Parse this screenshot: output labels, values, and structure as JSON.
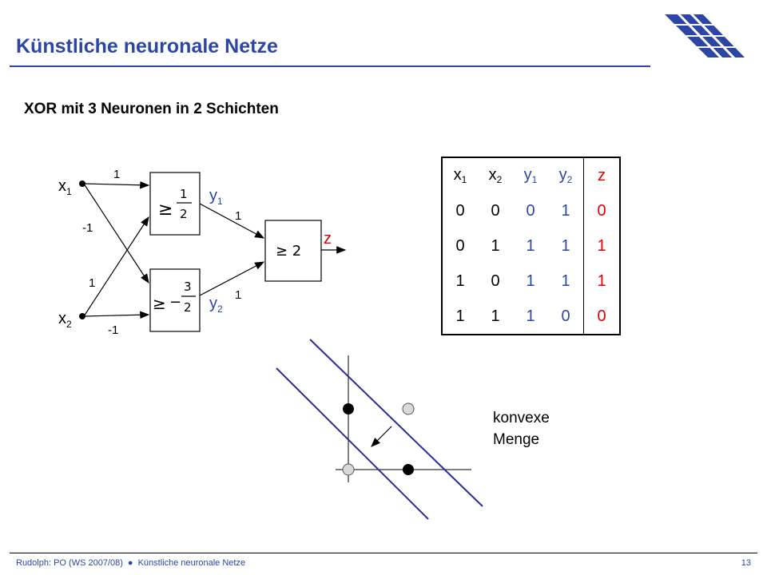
{
  "header": {
    "title": "Künstliche neuronale Netze",
    "accent_color": "#2b46a4",
    "logo_icon": "grid-perspective-logo"
  },
  "slide": {
    "subtitle": "XOR mit 3 Neuronen in 2 Schichten",
    "network": {
      "inputs": [
        {
          "label": "x",
          "sub": "1"
        },
        {
          "label": "x",
          "sub": "2"
        }
      ],
      "hidden": [
        {
          "label": "y",
          "sub": "1"
        },
        {
          "label": "y",
          "sub": "2"
        }
      ],
      "output": {
        "label": "z"
      },
      "weights": {
        "x1_y1": "1",
        "x1_y2": "-1",
        "x2_y1": "1",
        "x2_y2": "-1",
        "y1_z": "1",
        "y2_z": "1"
      },
      "thresholds": {
        "n1": "≥ 1/2",
        "n2": "≥ −3/2",
        "out": "≥ 2"
      }
    },
    "truth_table": {
      "headers": [
        {
          "label": "x",
          "sub": "1"
        },
        {
          "label": "x",
          "sub": "2"
        },
        {
          "label": "y",
          "sub": "1"
        },
        {
          "label": "y",
          "sub": "2"
        },
        {
          "label": "z",
          "sub": ""
        }
      ],
      "rows": [
        [
          "0",
          "0",
          "0",
          "1",
          "0"
        ],
        [
          "0",
          "1",
          "1",
          "1",
          "1"
        ],
        [
          "1",
          "0",
          "1",
          "1",
          "1"
        ],
        [
          "1",
          "1",
          "1",
          "0",
          "0"
        ]
      ],
      "colors": {
        "hidden": "#2b46a4",
        "output": "#e00000"
      }
    },
    "convex_label_line1": "konvexe",
    "convex_label_line2": "Menge"
  },
  "footer": {
    "left": "Rudolph: PO (WS 2007/08)",
    "section": "Künstliche neuronale Netze",
    "page": "13"
  }
}
